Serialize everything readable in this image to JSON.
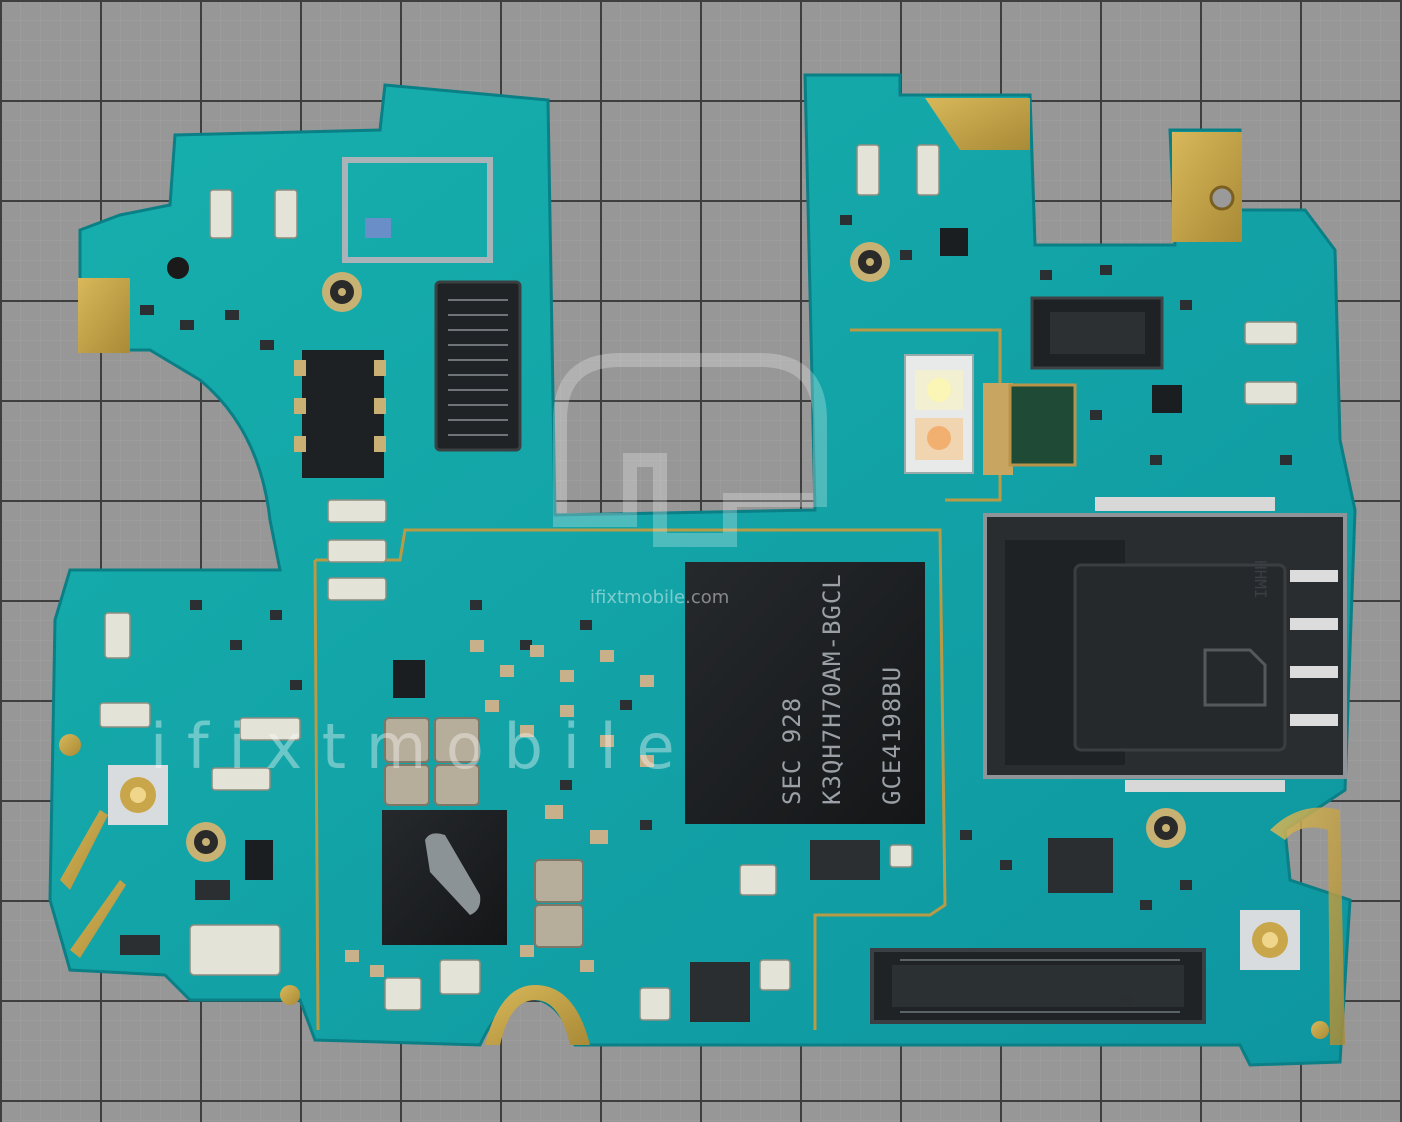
{
  "image": {
    "subject": "",
    "colors": {
      "background": "#8f8f8f",
      "grid_dark": "#3a3a3a",
      "grid_light": "#b8b8b8",
      "board": "#12a3a3",
      "board_edge": "#0c8c8f",
      "gold": "#c9a64a",
      "chip": "#1c1f22",
      "shield": "#2a2d30"
    }
  },
  "memory_chip": {
    "line1": "SEC 928",
    "line2": "K3QH7H70AM-BGCL",
    "line3": "GCE4198BU"
  },
  "sim_tray": {
    "label": "HHMI"
  },
  "watermark": {
    "url": "ifixtmobile.com",
    "brand": "i  f  i  x  t  m  o  b  i  l  e"
  }
}
